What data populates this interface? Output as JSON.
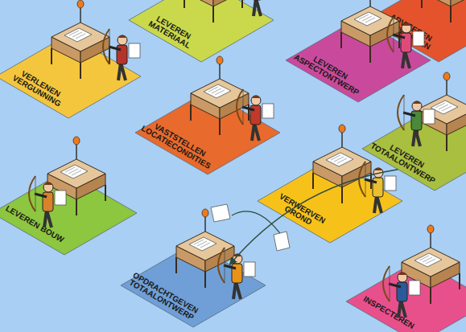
{
  "diagram": {
    "nodes": [
      {
        "text": [
          "LEVEREN MATERIAAL"
        ]
      },
      {
        "text": [
          "ADVISEREN ONTWERPEN"
        ]
      },
      {
        "text": [
          "VERLENEN VERGUNNING"
        ]
      },
      {
        "text": [
          "LEVEREN ASPECTONTWERP"
        ]
      },
      {
        "text": [
          "VASTSTELLEN LOCATIECONDITIES"
        ]
      },
      {
        "text": [
          "LEVEREN TOTAALONTWERP"
        ]
      },
      {
        "text": [
          "LEVEREN BOUW"
        ]
      },
      {
        "text": [
          "VERWERVEN GROND"
        ]
      },
      {
        "text": [
          "OPDRACHTGEVEN TOTAALONTWERP"
        ]
      },
      {
        "text": [
          "INSPECTEREN"
        ]
      }
    ],
    "edges": [
      {
        "from": 5,
        "to": 8,
        "arrow": "to"
      }
    ]
  }
}
